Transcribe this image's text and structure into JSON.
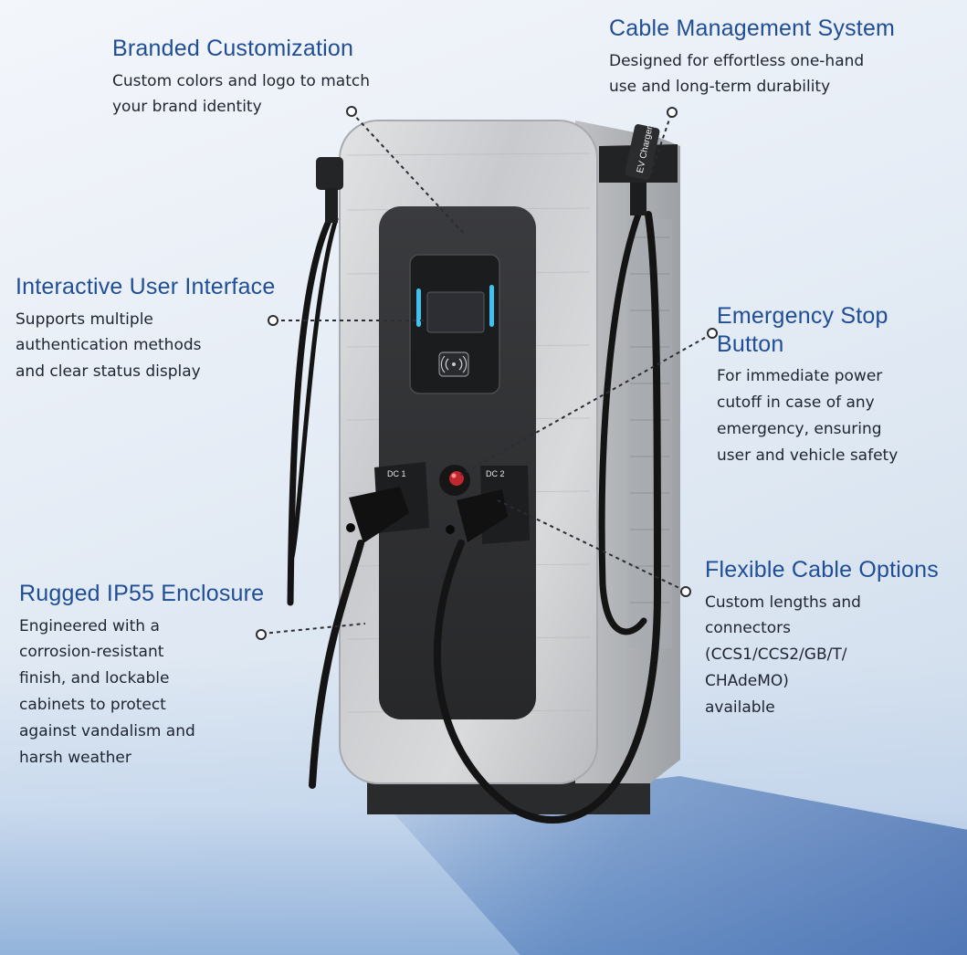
{
  "callouts": {
    "branded": {
      "title": "Branded Customization",
      "lines": [
        "Custom colors and logo to match",
        "your brand identity"
      ]
    },
    "cable_mgmt": {
      "title": "Cable Management System",
      "lines": [
        "Designed for effortless one-hand",
        "use and long-term durability"
      ]
    },
    "interface": {
      "title": "Interactive User Interface",
      "lines": [
        "Supports multiple",
        "authentication methods",
        "and clear status display"
      ]
    },
    "estop": {
      "title_lines": [
        "Emergency Stop",
        "Button"
      ],
      "lines": [
        "For immediate power",
        "cutoff in case of any",
        "emergency, ensuring",
        "user and vehicle safety"
      ]
    },
    "cable_options": {
      "title": "Flexible Cable Options",
      "lines": [
        "Custom lengths and",
        "connectors",
        "(CCS1/CCS2/GB/T/",
        "CHAdeMO)",
        "available"
      ]
    },
    "enclosure": {
      "title": "Rugged IP55 Enclosure",
      "lines": [
        "Engineered with a",
        "corrosion-resistant",
        "finish, and lockable",
        "cabinets to protect",
        "against vandalism and",
        "harsh weather"
      ]
    }
  },
  "product": {
    "side_label": "EV Charger",
    "connector_left": "DC 1",
    "connector_right": "DC 2"
  },
  "colors": {
    "heading": "#1f4e96",
    "body_text": "#1e2430",
    "panel_dark": "#2f3033",
    "led_accent": "#3fc2f0",
    "estop_red": "#c0262e"
  },
  "icons": [
    "nfc-icon",
    "emergency-stop-icon"
  ]
}
